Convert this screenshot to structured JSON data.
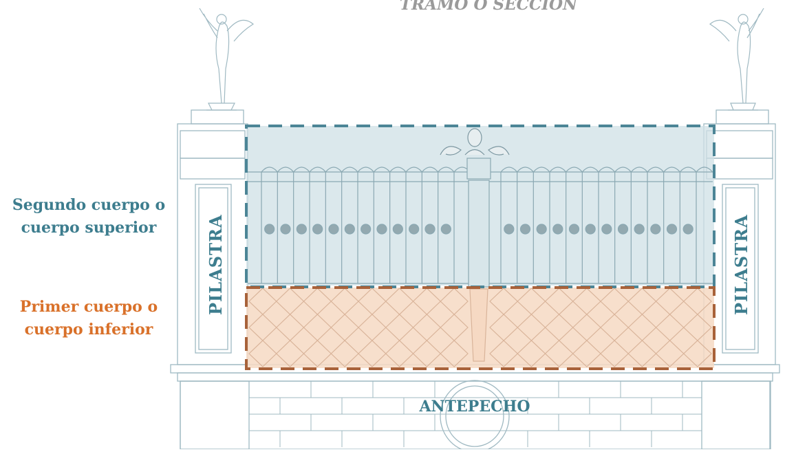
{
  "title": "TRAMO O SECCIÓN",
  "upper_body": {
    "line1": "Segundo cuerpo o",
    "line2": "cuerpo superior"
  },
  "lower_body": {
    "line1": "Primer cuerpo o",
    "line2": "cuerpo inferior"
  },
  "pilaster_left": "PILASTRA",
  "pilaster_right": "PILASTRA",
  "parapet": "ANTEPECHO",
  "colors": {
    "upper_accent": "#3d7d8e",
    "upper_fill": "#cfe0e6",
    "lower_accent": "#d9712a",
    "lower_fill": "#f6d9c3",
    "lower_dash": "#a8623a",
    "line_art": "#9fb9c2",
    "title": "#9a9a9a"
  },
  "icons": {
    "left_statue": "angel-statue-icon",
    "right_statue": "angel-statue-icon",
    "bust": "bust-ornament-icon",
    "medallion": "oval-medallion-icon"
  }
}
